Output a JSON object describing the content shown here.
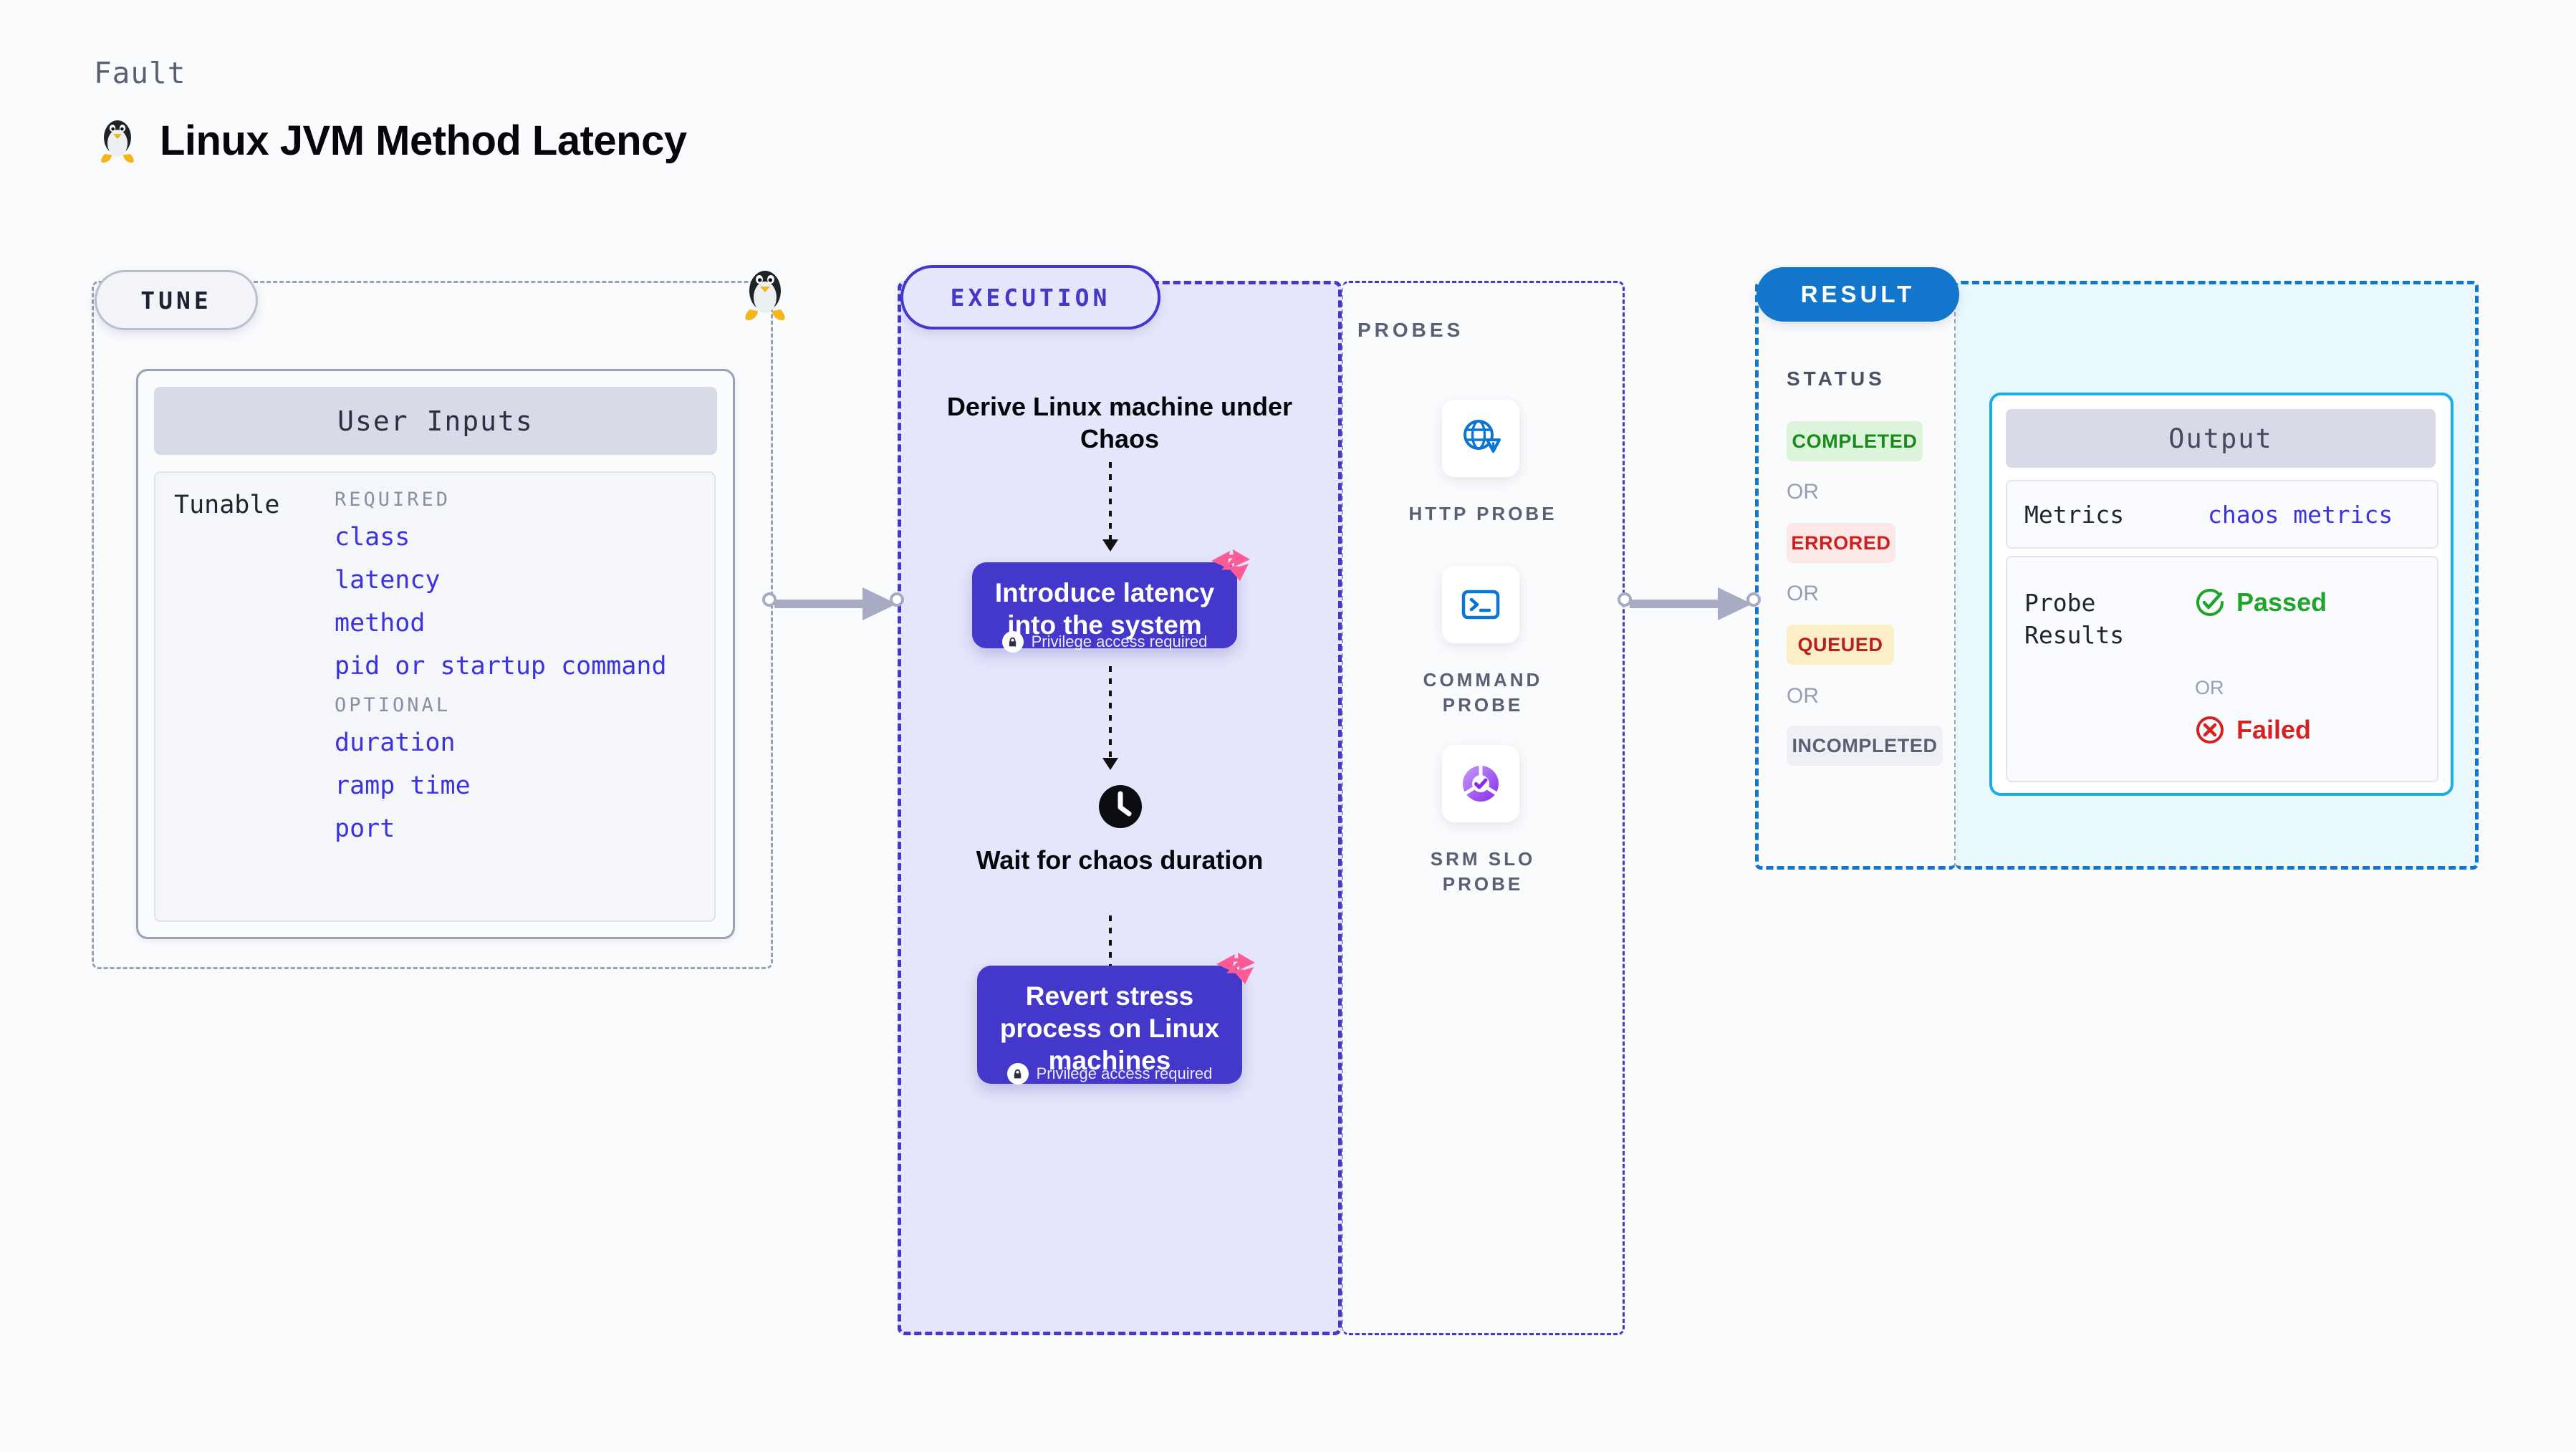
{
  "header": {
    "eyebrow": "Fault",
    "title": "Linux JVM Method Latency",
    "icon": "linux-penguin-icon"
  },
  "tune": {
    "badge": "TUNE",
    "card_title": "User Inputs",
    "tunable_label": "Tunable",
    "groups": [
      {
        "heading": "REQUIRED",
        "items": [
          "class",
          "latency",
          "method",
          "pid or startup command"
        ]
      },
      {
        "heading": "OPTIONAL",
        "items": [
          "duration",
          "ramp time",
          "port"
        ]
      }
    ]
  },
  "execution": {
    "badge": "EXECUTION",
    "steps": [
      {
        "type": "text",
        "label": "Derive Linux machine under Chaos"
      },
      {
        "type": "box",
        "label": "Introduce latency into the system",
        "note": "Privilege access required",
        "flag": "litmus-flag-icon"
      },
      {
        "type": "wait",
        "label": "Wait for chaos duration",
        "icon": "clock-icon"
      },
      {
        "type": "box",
        "label": "Revert stress process on Linux machines",
        "note": "Privilege access required",
        "flag": "litmus-flag-icon"
      }
    ]
  },
  "probes": {
    "title": "PROBES",
    "items": [
      {
        "label": "HTTP PROBE",
        "icon": "globe-warning-icon"
      },
      {
        "label": "COMMAND PROBE",
        "icon": "terminal-icon"
      },
      {
        "label": "SRM SLO PROBE",
        "icon": "slo-donut-check-icon"
      }
    ]
  },
  "result": {
    "badge": "RESULT",
    "status_title": "STATUS",
    "or_label": "OR",
    "statuses": [
      {
        "label": "COMPLETED",
        "bg": "#dcf3dc",
        "fg": "#1a8a1a"
      },
      {
        "label": "ERRORED",
        "bg": "#fde8e8",
        "fg": "#cf2020"
      },
      {
        "label": "QUEUED",
        "bg": "#fcefc7",
        "fg": "#b82020"
      },
      {
        "label": "INCOMPLETED",
        "bg": "#eef0f5",
        "fg": "#5a6074"
      }
    ],
    "output": {
      "title": "Output",
      "metrics_label": "Metrics",
      "metrics_value": "chaos metrics",
      "probe_results_label": "Probe Results",
      "passed_label": "Passed",
      "failed_label": "Failed",
      "or_label": "OR"
    }
  },
  "colors": {
    "accent_purple": "#4338ca",
    "accent_blue": "#1277cc",
    "tunable_blue": "#3b32e0",
    "pink_flag": "#fb5c95",
    "pass_green": "#1fa32a",
    "fail_red": "#d62121"
  }
}
